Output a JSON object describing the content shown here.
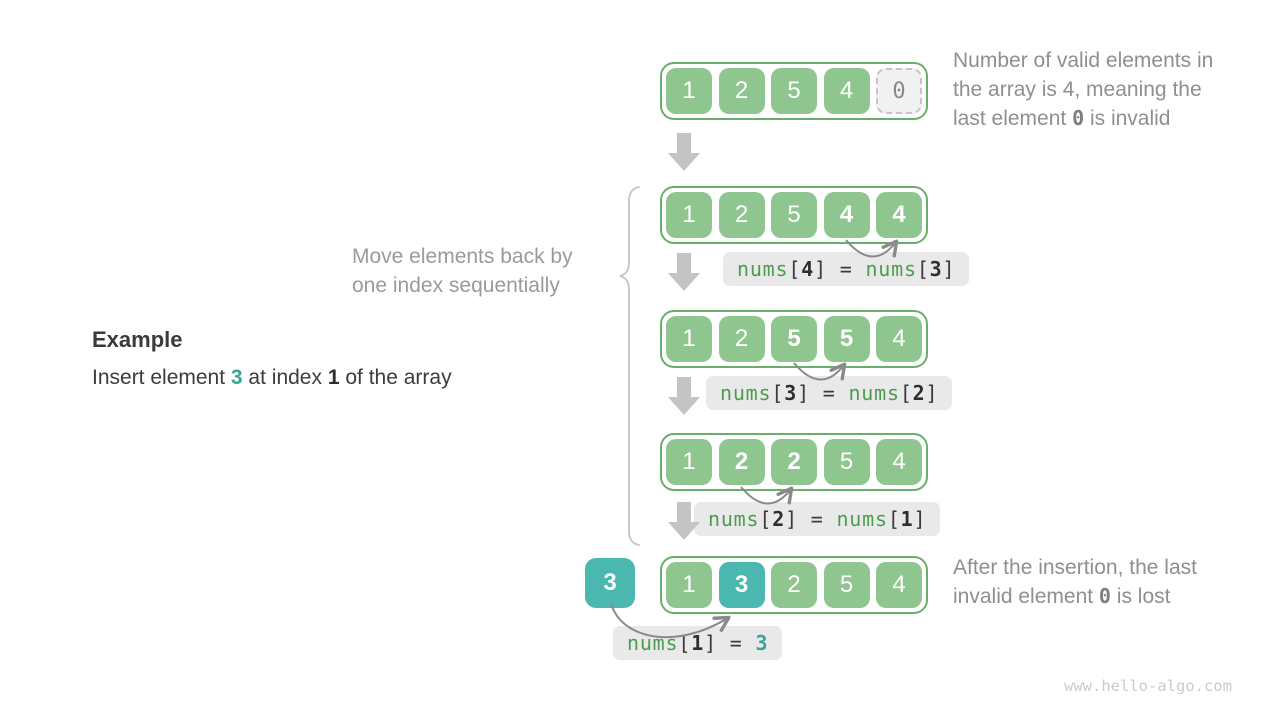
{
  "colors": {
    "cell_green": "#8FC58F",
    "cell_teal": "#4BB8AF",
    "box_border_green": "#6BAE6B",
    "label_bg": "#E9E9E9",
    "code_green": "#4E9B50",
    "accent_teal_text": "#36A399",
    "note_gray": "#8F8F8F"
  },
  "example": {
    "title": "Example",
    "desc": [
      {
        "t": "Insert element "
      },
      {
        "t": "3",
        "s": "teal-b"
      },
      {
        "t": " at index "
      },
      {
        "t": "1",
        "s": "bold"
      },
      {
        "t": " of the array"
      }
    ]
  },
  "move_note": {
    "lines": [
      [
        {
          "t": "Move elements back by"
        }
      ],
      [
        {
          "t": "one index sequentially"
        }
      ]
    ]
  },
  "notes": {
    "top": {
      "lines": [
        [
          {
            "t": "Number of valid elements in"
          }
        ],
        [
          {
            "t": "the array is 4, meaning the"
          }
        ],
        [
          {
            "t": "last element "
          },
          {
            "t": "0",
            "s": "mono"
          },
          {
            "t": " is invalid"
          }
        ]
      ]
    },
    "bottom": {
      "lines": [
        [
          {
            "t": "After the insertion, the last"
          }
        ],
        [
          {
            "t": "invalid element "
          },
          {
            "t": "0",
            "s": "mono"
          },
          {
            "t": " is lost"
          }
        ]
      ]
    }
  },
  "arrays": {
    "r1": [
      {
        "v": "1"
      },
      {
        "v": "2"
      },
      {
        "v": "5"
      },
      {
        "v": "4"
      },
      {
        "v": "0",
        "k": "dashed"
      }
    ],
    "r2": [
      {
        "v": "1"
      },
      {
        "v": "2"
      },
      {
        "v": "5"
      },
      {
        "v": "4",
        "b": 1
      },
      {
        "v": "4",
        "b": 1
      }
    ],
    "r3": [
      {
        "v": "1"
      },
      {
        "v": "2"
      },
      {
        "v": "5",
        "b": 1
      },
      {
        "v": "5",
        "b": 1
      },
      {
        "v": "4"
      }
    ],
    "r4": [
      {
        "v": "1"
      },
      {
        "v": "2",
        "b": 1
      },
      {
        "v": "2",
        "b": 1
      },
      {
        "v": "5"
      },
      {
        "v": "4"
      }
    ],
    "r5": [
      {
        "v": "1"
      },
      {
        "v": "3",
        "b": 1,
        "k": "teal"
      },
      {
        "v": "2"
      },
      {
        "v": "5"
      },
      {
        "v": "4"
      }
    ]
  },
  "inserted_value": "3",
  "labels": {
    "l2": [
      {
        "t": "nums",
        "s": "g"
      },
      {
        "t": "[",
        "s": "d"
      },
      {
        "t": "4",
        "s": "b"
      },
      {
        "t": "]",
        "s": "d"
      },
      {
        "t": " = ",
        "s": "d"
      },
      {
        "t": "nums",
        "s": "g"
      },
      {
        "t": "[",
        "s": "d"
      },
      {
        "t": "3",
        "s": "b"
      },
      {
        "t": "]",
        "s": "d"
      }
    ],
    "l3": [
      {
        "t": "nums",
        "s": "g"
      },
      {
        "t": "[",
        "s": "d"
      },
      {
        "t": "3",
        "s": "b"
      },
      {
        "t": "]",
        "s": "d"
      },
      {
        "t": " = ",
        "s": "d"
      },
      {
        "t": "nums",
        "s": "g"
      },
      {
        "t": "[",
        "s": "d"
      },
      {
        "t": "2",
        "s": "b"
      },
      {
        "t": "]",
        "s": "d"
      }
    ],
    "l4": [
      {
        "t": "nums",
        "s": "g"
      },
      {
        "t": "[",
        "s": "d"
      },
      {
        "t": "2",
        "s": "b"
      },
      {
        "t": "]",
        "s": "d"
      },
      {
        "t": " = ",
        "s": "d"
      },
      {
        "t": "nums",
        "s": "g"
      },
      {
        "t": "[",
        "s": "d"
      },
      {
        "t": "1",
        "s": "b"
      },
      {
        "t": "]",
        "s": "d"
      }
    ],
    "l5": [
      {
        "t": "nums",
        "s": "g"
      },
      {
        "t": "[",
        "s": "d"
      },
      {
        "t": "1",
        "s": "b"
      },
      {
        "t": "]",
        "s": "d"
      },
      {
        "t": " = ",
        "s": "d"
      },
      {
        "t": "3",
        "s": "tb"
      }
    ]
  },
  "watermark": "www.hello-algo.com"
}
